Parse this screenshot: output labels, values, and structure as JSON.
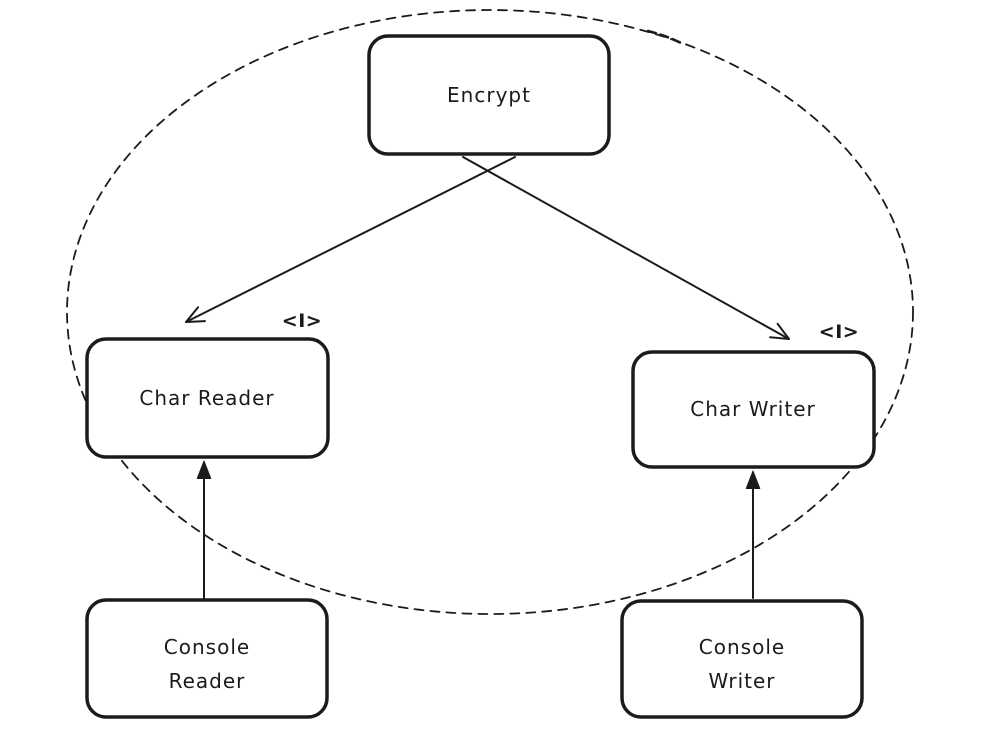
{
  "colors": {
    "ink": "#1b1b1b",
    "canvas": "#ffffff"
  },
  "diagram": {
    "type": "hand-drawn-component-diagram",
    "boundary": {
      "shape": "dashed-ellipse",
      "label": ""
    },
    "nodes": {
      "encrypt": {
        "label": "Encrypt"
      },
      "char_reader": {
        "label": "Char Reader",
        "stereotype": "<I>"
      },
      "char_writer": {
        "label": "Char Writer",
        "stereotype": "<I>"
      },
      "console_reader": {
        "line1": "Console",
        "line2": "Reader"
      },
      "console_writer": {
        "line1": "Console",
        "line2": "Writer"
      }
    },
    "edges": [
      {
        "from": "encrypt",
        "to": "char_reader",
        "arrowhead": "open"
      },
      {
        "from": "encrypt",
        "to": "char_writer",
        "arrowhead": "open"
      },
      {
        "from": "console_reader",
        "to": "char_reader",
        "arrowhead": "filled"
      },
      {
        "from": "console_writer",
        "to": "char_writer",
        "arrowhead": "filled"
      }
    ]
  }
}
